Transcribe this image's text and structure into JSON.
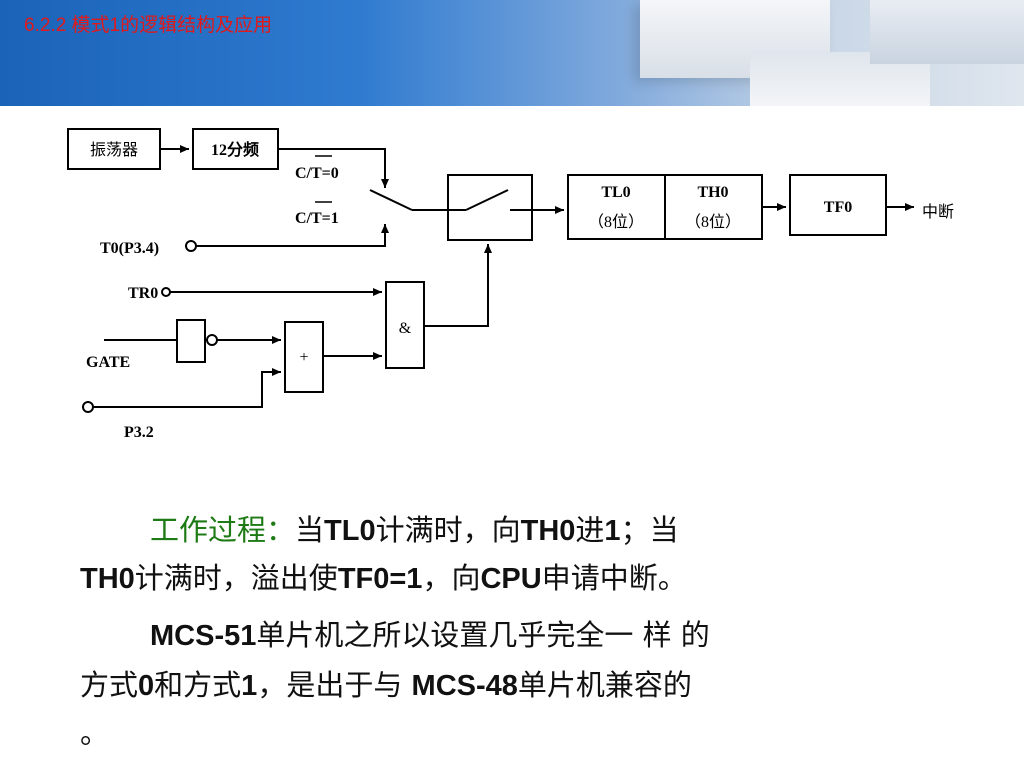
{
  "header": {
    "title": "6.2.2  模式1的逻辑结构及应用"
  },
  "diagram": {
    "oscillator": "振荡器",
    "divider": "12分频",
    "ct0": "C/T=0",
    "ct1": "C/T=1",
    "t0pin": "T0(P3.4)",
    "tr0": "TR0",
    "gate": "GATE",
    "p32": "P3.2",
    "and_gate": "&",
    "or_gate": "+",
    "tl0": "TL0",
    "tl0_bits": "（8位）",
    "th0": "TH0",
    "th0_bits": "（8位）",
    "tf0": "TF0",
    "interrupt": "中断"
  },
  "body": {
    "p1_label": "工作过程：",
    "p1_l1_a": "当",
    "p1_l1_b": "TL0",
    "p1_l1_c": "计满时，向",
    "p1_l1_d": "TH0",
    "p1_l1_e": "进",
    "p1_l1_f": "1",
    "p1_l1_g": "；当",
    "p1_l2_a": "TH0",
    "p1_l2_b": "计满时，溢出使",
    "p1_l2_c": "TF0=1",
    "p1_l2_d": "，向",
    "p1_l2_e": "CPU",
    "p1_l2_f": "申请中断。",
    "p2_l1_a": "MCS-51",
    "p2_l1_b": "单片机之所以设置几乎完全一 样 的",
    "p2_l2_a": "方式",
    "p2_l2_b": "0",
    "p2_l2_c": "和方式",
    "p2_l2_d": "1",
    "p2_l2_e": "，是出于与 ",
    "p2_l2_f": "MCS-48",
    "p2_l2_g": "单片机兼容的",
    "p2_l3": "。"
  }
}
